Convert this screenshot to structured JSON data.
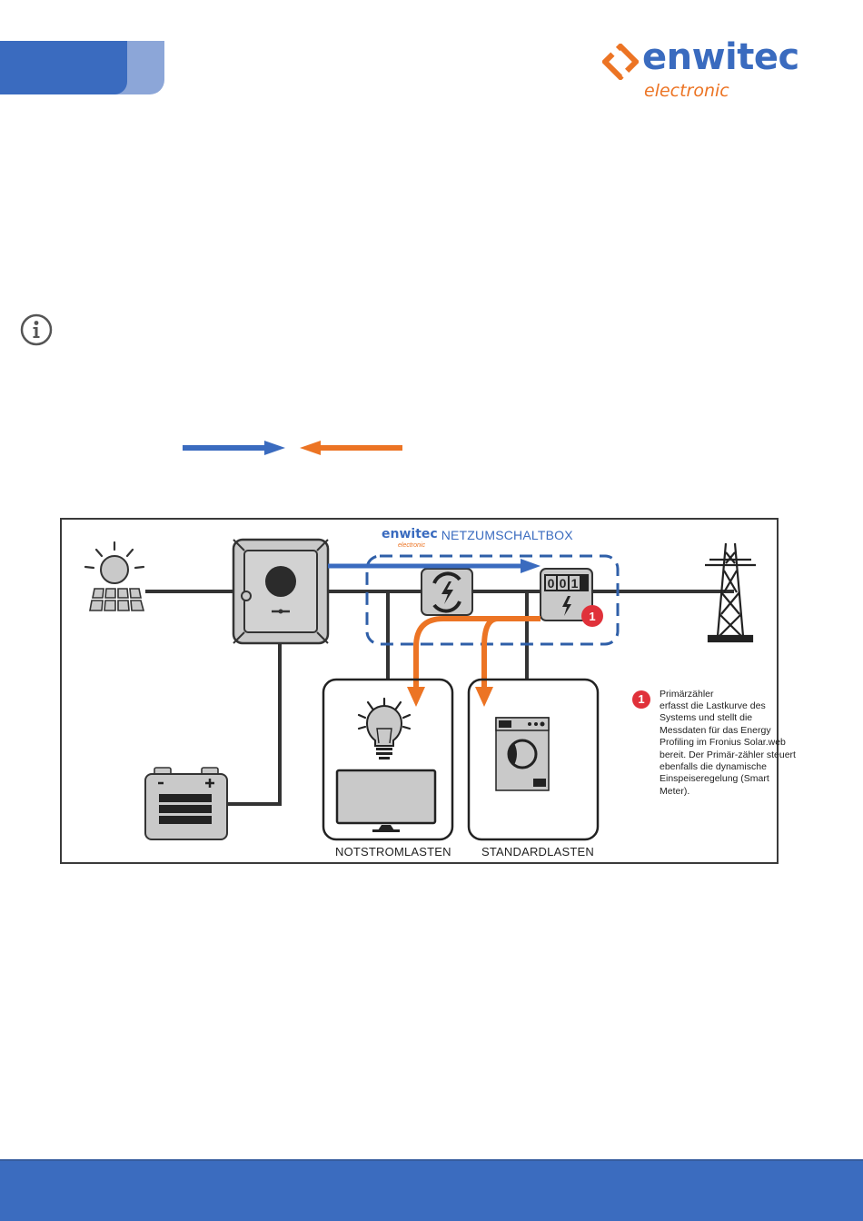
{
  "header": {
    "brand": {
      "word": "enwitec",
      "sub": "electronic"
    },
    "colors": {
      "primary_blue": "#3a6bbf",
      "light_blue": "#8ca6d8",
      "accent_orange": "#ec7424",
      "badge_red": "#e0313a"
    }
  },
  "icons": {
    "info": "info-circle-icon",
    "legend_blue_arrow": "arrow-right-icon",
    "legend_orange_arrow": "arrow-left-icon"
  },
  "diagram": {
    "box_brand": "enwitec",
    "box_brand_sub": "electronic",
    "box_name": "NETZUMSCHALTBOX",
    "meter_digits": "001",
    "components": [
      "solar-panel",
      "inverter",
      "battery",
      "backup-switch",
      "primary-meter",
      "power-grid-pylon",
      "light-bulb",
      "tv",
      "washing-machine"
    ],
    "loads": [
      {
        "label": "NOTSTROMLASTEN"
      },
      {
        "label": "STANDARDLASTEN"
      }
    ],
    "note": {
      "badge": "1",
      "title": "Primärzähler",
      "body": "erfasst die Lastkurve des Systems und stellt die Messdaten für das Energy Profiling im Fronius Solar.web bereit. Der Primär-zähler steuert ebenfalls die dynamische Einspeiseregelung (Smart Meter)."
    }
  }
}
